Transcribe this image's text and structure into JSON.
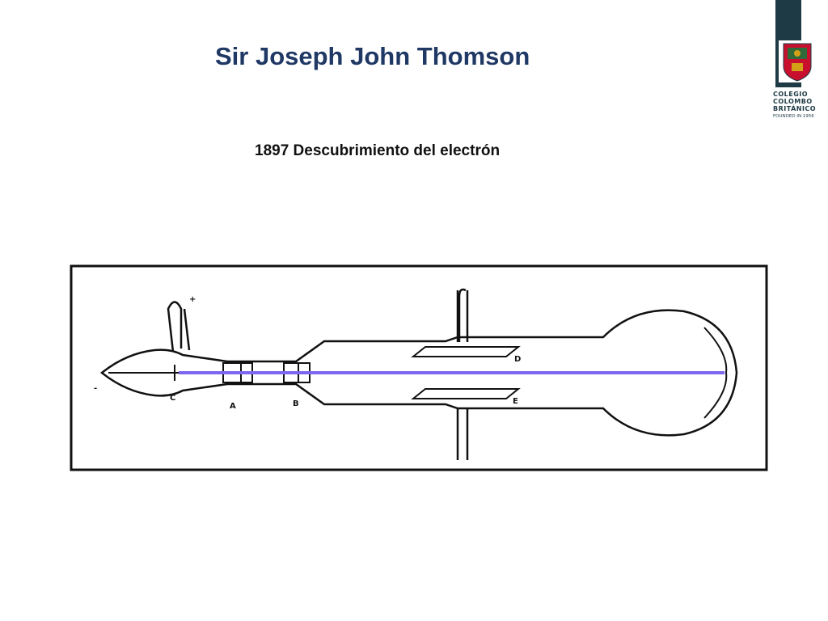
{
  "slide": {
    "title": "Sir Joseph John Thomson",
    "subtitle": "1897 Descubrimiento del electrón"
  },
  "logo": {
    "name_line1": "COLEGIO",
    "name_line2": "COLOMBO",
    "name_line3": "BRITÁNICO",
    "founded": "FOUNDED IN 1956",
    "colors": {
      "band": "#1e3a44",
      "crest_red": "#c8102e",
      "crest_gold": "#d4a017"
    }
  },
  "diagram": {
    "labels": {
      "plus": "+",
      "minus": "-",
      "cathode": "C",
      "anode_a": "A",
      "anode_b": "B",
      "plate_d": "D",
      "plate_e": "E"
    },
    "beam_color": "#7b68ee"
  }
}
